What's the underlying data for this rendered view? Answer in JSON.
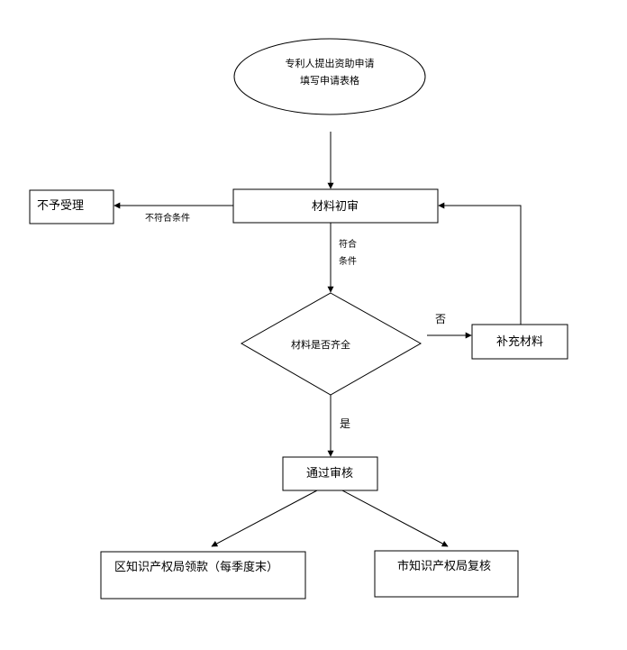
{
  "nodes": {
    "start_line1": "专利人提出资助申请",
    "start_line2": "填写申请表格",
    "initial_review": "材料初审",
    "rejected": "不予受理",
    "materials_complete_decision": "材料是否齐全",
    "supplement_materials": "补充材料",
    "approved": "通过审核",
    "district_payment": "区知识产权局领款（每季度末）",
    "city_review": "市知识产权局复核"
  },
  "edge_labels": {
    "not_qualified": "不符合条件",
    "qualified_line1": "符合",
    "qualified_line2": "条件",
    "no": "否",
    "yes": "是"
  }
}
